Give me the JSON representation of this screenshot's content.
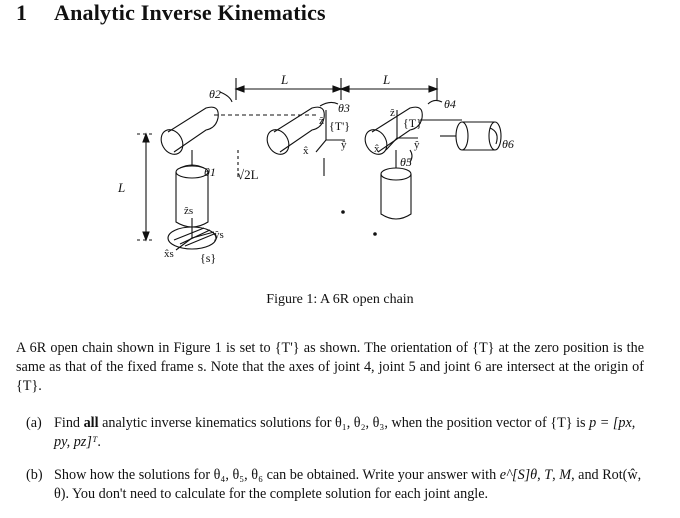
{
  "section": {
    "number": "1",
    "title": "Analytic Inverse Kinematics"
  },
  "figure": {
    "labels": {
      "link_length_left": "L",
      "link_length_right": "L",
      "height": "L",
      "root2L": "√2L",
      "theta1": "θ1",
      "theta2": "θ2",
      "theta3": "θ3",
      "theta4": "θ4",
      "theta5": "θ5",
      "theta6": "θ6",
      "frame_t_prime": "{T'}",
      "frame_t": "{T}",
      "frame_s": "{s}",
      "zs": "ẑs",
      "xs": "x̂s",
      "ys": "ŷs",
      "z_tp": "ẑ",
      "x_tp": "x̂",
      "y_tp": "ŷ",
      "z_t": "ẑ",
      "x_t": "x̂",
      "y_t": "ŷ"
    },
    "caption": "Figure 1: A 6R open chain"
  },
  "paragraph": "A 6R open chain shown in Figure 1 is set to {T'} as shown. The orientation of {T} at the zero position is the same as that of the fixed frame s. Note that the axes of joint 4, joint 5 and joint 6 are intersect at the origin of {T}.",
  "items": [
    {
      "label": "(a)",
      "text_1": "Find ",
      "bold": "all",
      "text_2": " analytic inverse kinematics solutions for θ₁, θ₂, θ₃, when the position vector of {T} is ",
      "math": "p = [px, py, pz]ᵀ",
      "text_3": "."
    },
    {
      "label": "(b)",
      "text_1": "Show how the solutions for θ₄, θ₅, θ₆ can be obtained. Write your answer with ",
      "math_1": "e^[S]θ",
      "text_2": ", ",
      "math_2": "T",
      "text_3": ", ",
      "math_3": "M",
      "text_4": ", and Rot(ŵ, θ). You don't need to calculate for the complete solution for each joint angle."
    }
  ]
}
